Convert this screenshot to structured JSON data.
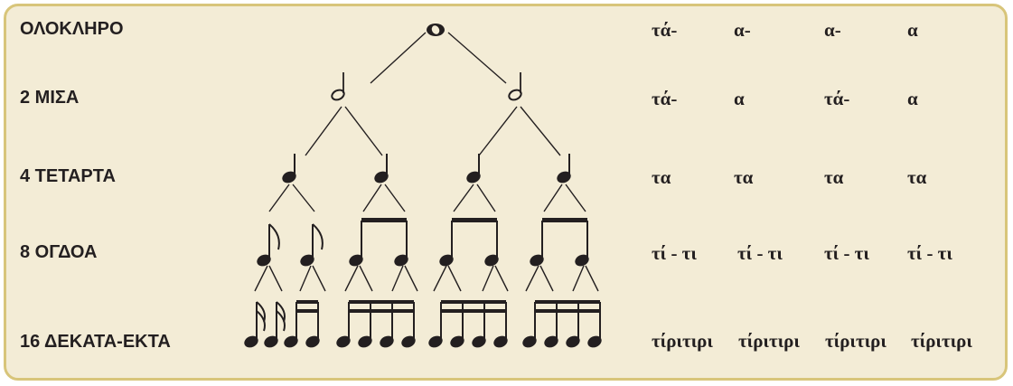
{
  "rows": [
    {
      "label": "ΟΛΟΚΛΗΡΟ",
      "syllables": [
        "τά-",
        "α-",
        "α-",
        "α"
      ]
    },
    {
      "label": "2 ΜΙΣΑ",
      "syllables": [
        "τά-",
        "α",
        "τά-",
        "α"
      ]
    },
    {
      "label": "4 ΤΕΤΑΡΤΑ",
      "syllables": [
        "τα",
        "τα",
        "τα",
        "τα"
      ]
    },
    {
      "label": "8 ΟΓΔΟΑ",
      "syllables": [
        "τί - τι",
        "τί - τι",
        "τί - τι",
        "τί - τι"
      ]
    },
    {
      "label": "16 ΔΕΚΑΤΑ-ΕΚΤΑ",
      "syllables": [
        "τίριτιρι",
        "τίριτιρι",
        "τίριτιρι",
        "τίριτιρι"
      ]
    }
  ],
  "colors": {
    "panel_bg": "#f3ecd6",
    "panel_border": "#d8c57a",
    "ink": "#231f20"
  }
}
